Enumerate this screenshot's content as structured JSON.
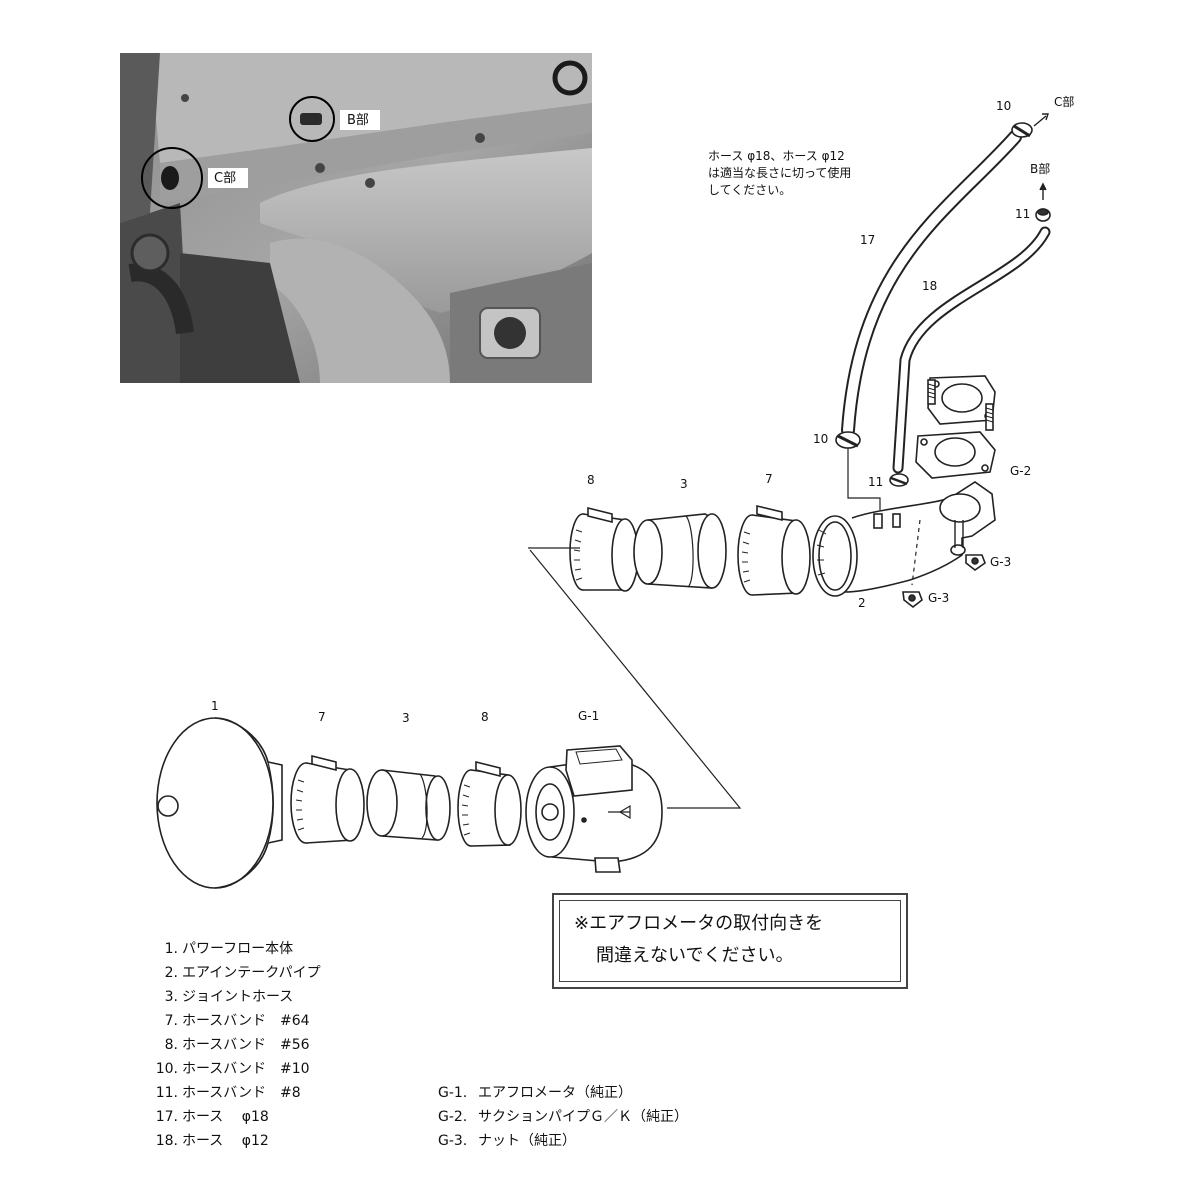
{
  "photo": {
    "label_b": "B部",
    "label_c": "C部"
  },
  "note": {
    "lines": [
      "ホース φ18、ホース φ12",
      "は適当な長さに切って使用",
      "してください。"
    ]
  },
  "callouts": {
    "c_part": "C部",
    "b_part": "B部",
    "n10_top": "10",
    "n11_top": "11",
    "n17": "17",
    "n18": "18",
    "n10_mid": "10",
    "n11_mid": "11",
    "g2": "G-2",
    "g3_a": "G-3",
    "g3_b": "G-3",
    "n2": "2",
    "n8_upper": "8",
    "n3_upper": "3",
    "n7_upper": "7",
    "n1": "1",
    "n7_lower": "7",
    "n3_lower": "3",
    "n8_lower": "8",
    "g1": "G-1"
  },
  "warning": {
    "line1": "※エアフロメータの取付向きを",
    "line2": "間違えないでください。"
  },
  "parts": [
    {
      "num": "1.",
      "name": "パワーフロー本体"
    },
    {
      "num": "2.",
      "name": "エアインテークパイプ"
    },
    {
      "num": "3.",
      "name": "ジョイントホース"
    },
    {
      "num": "7.",
      "name": "ホースバンド　#64"
    },
    {
      "num": "8.",
      "name": "ホースバンド　#56"
    },
    {
      "num": "10.",
      "name": "ホースバンド　#10"
    },
    {
      "num": "11.",
      "name": "ホースバンド　#8"
    },
    {
      "num": "17.",
      "name": "ホース　 φ18"
    },
    {
      "num": "18.",
      "name": "ホース　 φ12"
    }
  ],
  "genuine_parts": [
    {
      "code": "G-1.",
      "name": "エアフロメータ（純正）"
    },
    {
      "code": "G-2.",
      "name": "サクションパイプＧ／Ｋ（純正）"
    },
    {
      "code": "G-3.",
      "name": "ナット（純正）"
    }
  ]
}
